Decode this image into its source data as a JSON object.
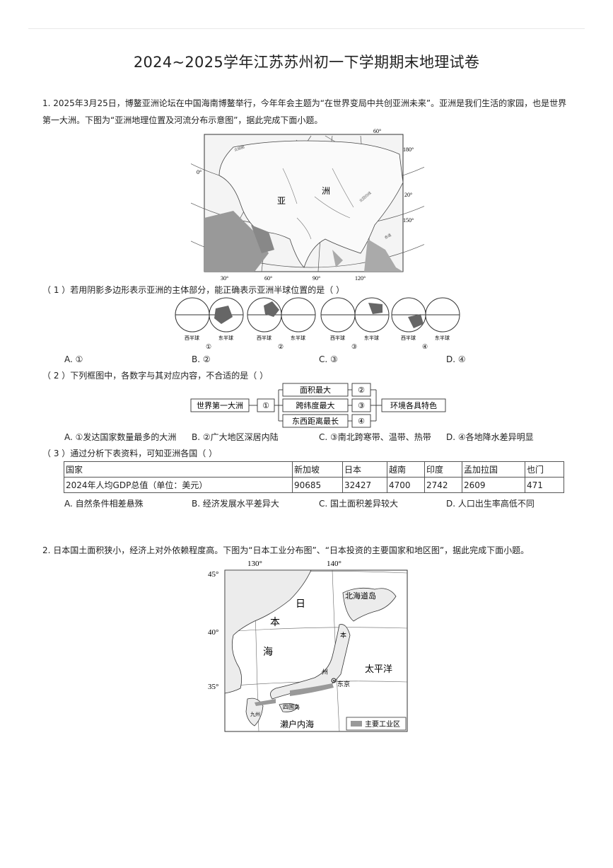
{
  "title": "2024~2025学年江苏苏州初一下学期期末地理试卷",
  "q1": {
    "text": "1. 2025年3月25日，博鳌亚洲论坛在中国海南博鳌举行，今年年会主题为“在世界变局中共创亚洲未来”。亚洲是我们生活的家园，也是世界第一大洲。下图为“亚洲地理位置及河流分布示意图”，据此完成下面小题。",
    "map": {
      "label_ya": "亚",
      "label_zhou": "洲",
      "lat_60": "60°",
      "lon_180": "180°",
      "lat_0": "0°",
      "lat_20": "20°",
      "lon_150": "150°",
      "lon_30": "30°",
      "lon_60": "60°",
      "lon_90": "90°",
      "lon_120": "120°",
      "circle_arctic": "北极圈",
      "tropic": "北回归线",
      "equator": "赤道"
    },
    "sub1": {
      "text": "（ 1 ）若用阴影多边形表示亚洲的主体部分，能正确表示亚洲半球位置的是（    ）",
      "hemi_west": "西半球",
      "hemi_east": "东半球",
      "marks": [
        "①",
        "②",
        "③",
        "④"
      ],
      "options": [
        "A. ①",
        "B. ②",
        "C. ③",
        "D. ④"
      ]
    },
    "sub2": {
      "text": "（ 2 ）下列框图中，各数字与其对应内容，不合适的是（      ）",
      "box_world": "世界第一大洲",
      "n1": "①",
      "box_area": "面积最大",
      "n2": "②",
      "box_lat": "跨纬度最大",
      "n3": "③",
      "box_ew": "东西距离最长",
      "n4": "④",
      "box_env": "环境各具特色",
      "options": [
        "A. ①发达国家数量最多的大洲",
        "B. ②广大地区深居内陆",
        "C. ③南北跨寒带、温带、热带",
        "D. ④各地降水差异明显"
      ]
    },
    "sub3": {
      "text": "（ 3 ）通过分析下表资料，可知亚洲各国（      ）",
      "table": {
        "header": [
          "国家",
          "新加坡",
          "日本",
          "越南",
          "印度",
          "孟加拉国",
          "也门"
        ],
        "row": [
          "2024年人均GDP总值（单位：美元）",
          "90685",
          "32427",
          "4700",
          "2742",
          "2609",
          "471"
        ]
      },
      "options": [
        "A. 自然条件相差悬殊",
        "B. 经济发展水平差异大",
        "C. 国土面积差异较大",
        "D. 人口出生率高低不同"
      ]
    }
  },
  "q2": {
    "text": "2. 日本国土面积狭小，经济上对外依赖程度高。下图为“日本工业分布图”、“日本投资的主要国家和地区图”，据此完成下面小题。",
    "map": {
      "lon130": "130°",
      "lon140": "140°",
      "lat45": "45°",
      "lat40": "40°",
      "lat35": "35°",
      "ri": "日",
      "ben": "本",
      "hai": "海",
      "hokkaido": "北海道岛",
      "honshu_ben": "本",
      "honshu_zhou": "州",
      "pacific": "太平洋",
      "tokyo": "东京",
      "shikoku": "四国岛",
      "kyushu": "九州",
      "seto": "濑户内海",
      "legend": "主要工业区"
    }
  }
}
